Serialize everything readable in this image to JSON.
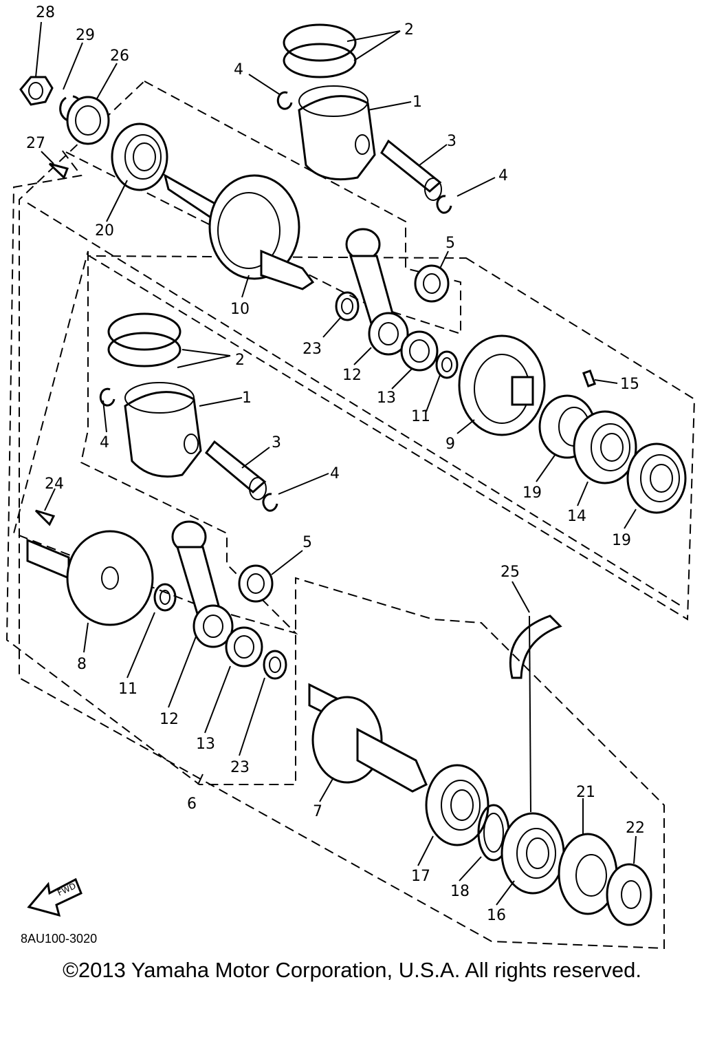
{
  "diagram_code": "8AU100-3020",
  "fwd_label": "FWD",
  "copyright": "©2013 Yamaha Motor Corporation, U.S.A. All rights reserved.",
  "callouts": {
    "c28": "28",
    "c29": "29",
    "c26": "26",
    "c27": "27",
    "c20": "20",
    "c2a": "2",
    "c4a": "4",
    "c1a": "1",
    "c3a": "3",
    "c4b": "4",
    "c5a": "5",
    "c10": "10",
    "c23a": "23",
    "c12a": "12",
    "c13a": "13",
    "c11a": "11",
    "c9": "9",
    "c15": "15",
    "c19a": "19",
    "c14": "14",
    "c19b": "19",
    "c2b": "2",
    "c1b": "1",
    "c4c": "4",
    "c3b": "3",
    "c4d": "4",
    "c24": "24",
    "c5b": "5",
    "c25": "25",
    "c8": "8",
    "c11b": "11",
    "c12b": "12",
    "c13b": "13",
    "c23b": "23",
    "c6": "6",
    "c7": "7",
    "c17": "17",
    "c18": "18",
    "c16": "16",
    "c21": "21",
    "c22": "22"
  }
}
